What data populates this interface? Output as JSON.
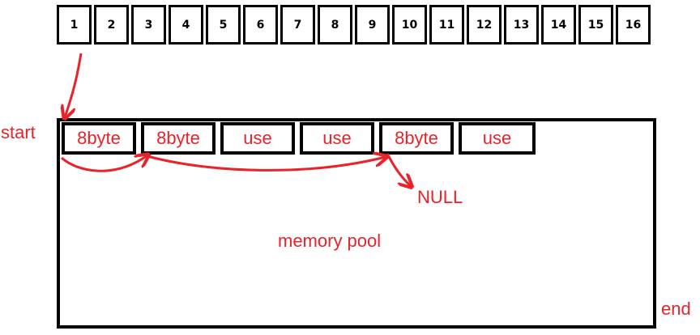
{
  "index_cells": [
    "1",
    "2",
    "3",
    "4",
    "5",
    "6",
    "7",
    "8",
    "9",
    "10",
    "11",
    "12",
    "13",
    "14",
    "15",
    "16"
  ],
  "blocks": [
    "8byte",
    "8byte",
    "use",
    "use",
    "8byte",
    "use"
  ],
  "labels": {
    "start": "start",
    "end": "end",
    "null": "NULL",
    "pool": "memory pool"
  },
  "colors": {
    "accent": "#e8232a",
    "border": "#000000"
  }
}
